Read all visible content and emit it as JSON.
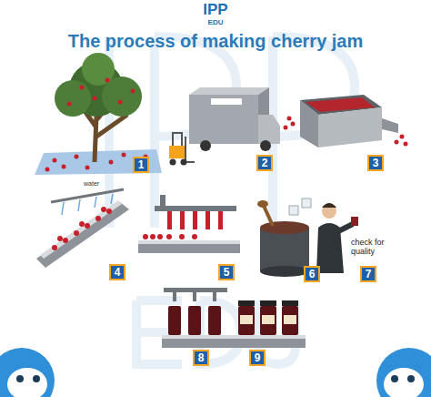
{
  "diagram": {
    "title": "The process of making cherry jam",
    "nodes": [
      {
        "text": [
          "1"
        ]
      },
      {
        "text": [
          "2"
        ]
      },
      {
        "text": [
          "3"
        ]
      },
      {
        "text": [
          "4"
        ]
      },
      {
        "text": [
          "5"
        ]
      },
      {
        "text": [
          "6"
        ]
      },
      {
        "text": [
          "7"
        ]
      },
      {
        "text": [
          "8"
        ]
      },
      {
        "text": [
          "9"
        ]
      }
    ],
    "labels": [
      "IPP",
      "EDU",
      "water",
      "check for quality"
    ]
  }
}
